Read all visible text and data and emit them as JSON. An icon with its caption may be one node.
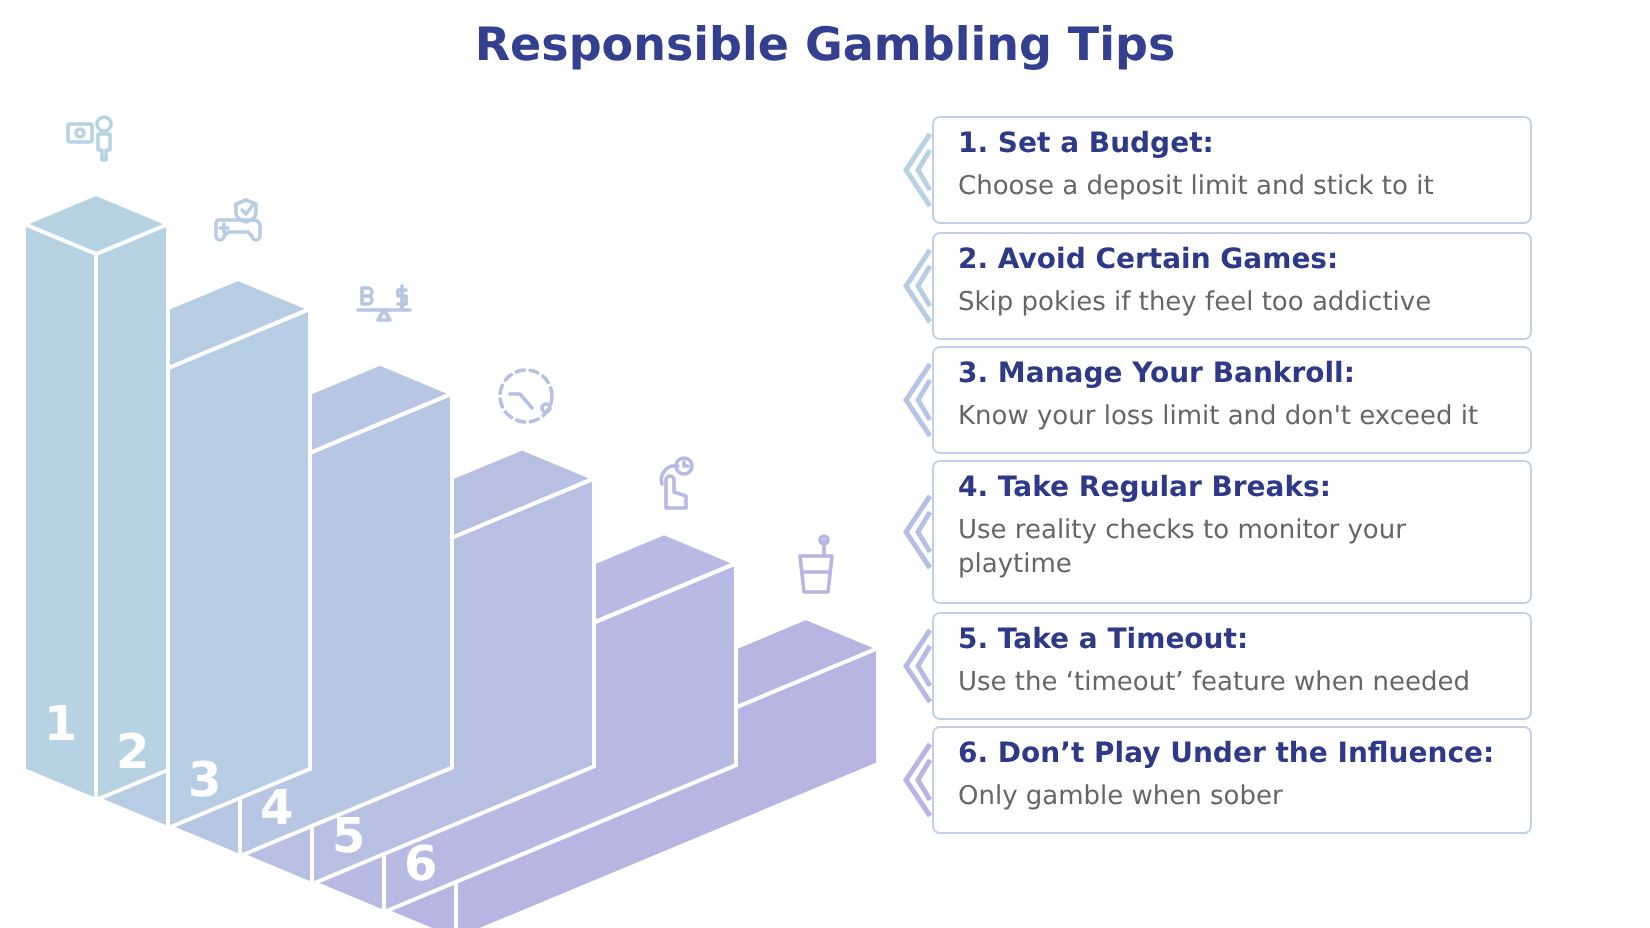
{
  "diagram": {
    "title": "Responsible Gambling Tips",
    "nodes": [
      {
        "text": [
          "1. Set a Budget:",
          "Choose a deposit limit and stick to it"
        ]
      },
      {
        "text": [
          "2. Avoid Certain Games:",
          "Skip pokies if they feel too addictive"
        ]
      },
      {
        "text": [
          "3. Manage Your Bankroll:",
          "Know your loss limit and don't exceed it"
        ]
      },
      {
        "text": [
          "4. Take Regular Breaks:",
          "Use reality checks to monitor your playtime"
        ]
      },
      {
        "text": [
          "5. Take a Timeout:",
          "Use the ‘timeout’ feature when needed"
        ]
      },
      {
        "text": [
          "6. Don’t Play Under the Influence:",
          "Only gamble when sober"
        ]
      }
    ],
    "labels": [
      "1",
      "2",
      "3",
      "4",
      "5",
      "6"
    ]
  }
}
